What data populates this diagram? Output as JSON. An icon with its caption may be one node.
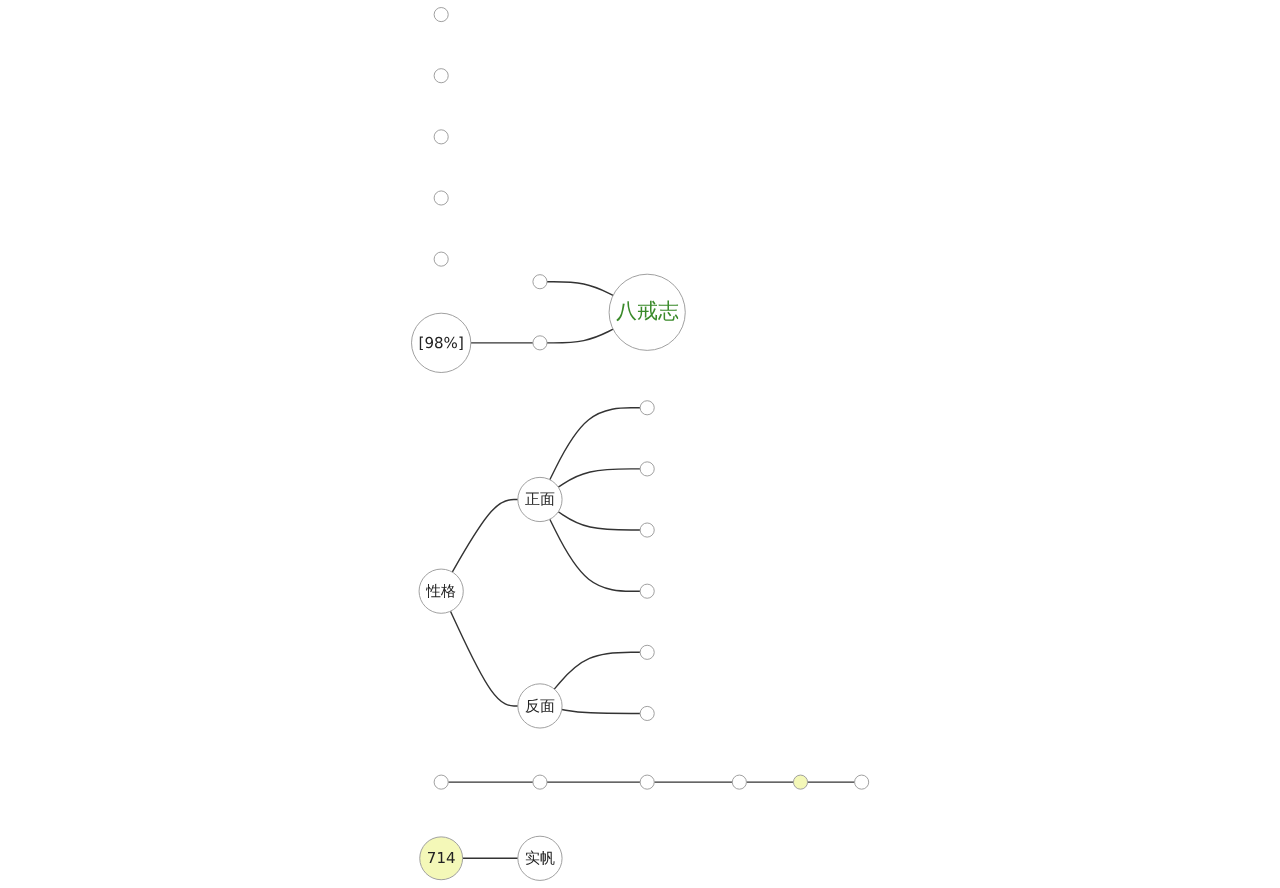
{
  "diagram": {
    "nodes": [
      {
        "text": [
          "八戒志"
        ]
      },
      {
        "text": [],
        "shape": "circle"
      },
      {
        "text": [],
        "shape": "circle"
      },
      {
        "text": [],
        "shape": "circle"
      },
      {
        "text": [],
        "shape": "circle"
      },
      {
        "text": [],
        "shape": "circle"
      },
      {
        "text": [],
        "shape": "circle"
      },
      {
        "text": [
          "[98%]"
        ]
      },
      {
        "text": [],
        "shape": "circle"
      },
      {
        "text": [
          "性格"
        ]
      },
      {
        "text": [
          "正面"
        ]
      },
      {
        "text": [
          "反面"
        ]
      },
      {
        "text": [],
        "shape": "circle"
      },
      {
        "text": [],
        "shape": "circle"
      },
      {
        "text": [],
        "shape": "circle"
      },
      {
        "text": [],
        "shape": "circle"
      },
      {
        "text": [],
        "shape": "circle"
      },
      {
        "text": [],
        "shape": "circle"
      },
      {
        "text": [],
        "shape": "circle"
      },
      {
        "text": [],
        "shape": "circle"
      },
      {
        "text": [],
        "shape": "circle"
      },
      {
        "text": [],
        "shape": "circle"
      },
      {
        "text": [],
        "shape": "circle"
      },
      {
        "text": [],
        "shape": "circle"
      },
      {
        "text": [
          "714"
        ]
      },
      {
        "text": [
          "实帆"
        ]
      }
    ],
    "edges": [
      {
        "from": 6,
        "to": 0,
        "arrow": "none"
      },
      {
        "from": 7,
        "to": 8,
        "arrow": "none"
      },
      {
        "from": 8,
        "to": 0,
        "arrow": "none"
      },
      {
        "from": 9,
        "to": 10,
        "arrow": "none"
      },
      {
        "from": 9,
        "to": 11,
        "arrow": "none"
      },
      {
        "from": 10,
        "to": 12,
        "arrow": "none"
      },
      {
        "from": 10,
        "to": 13,
        "arrow": "none"
      },
      {
        "from": 10,
        "to": 14,
        "arrow": "none"
      },
      {
        "from": 10,
        "to": 15,
        "arrow": "none"
      },
      {
        "from": 11,
        "to": 16,
        "arrow": "none"
      },
      {
        "from": 11,
        "to": 17,
        "arrow": "none"
      },
      {
        "from": 18,
        "to": 19,
        "arrow": "none"
      },
      {
        "from": 19,
        "to": 20,
        "arrow": "none"
      },
      {
        "from": 20,
        "to": 21,
        "arrow": "none"
      },
      {
        "from": 21,
        "to": 22,
        "arrow": "none"
      },
      {
        "from": 22,
        "to": 23,
        "arrow": "none"
      },
      {
        "from": 24,
        "to": 25,
        "arrow": "none"
      }
    ]
  }
}
